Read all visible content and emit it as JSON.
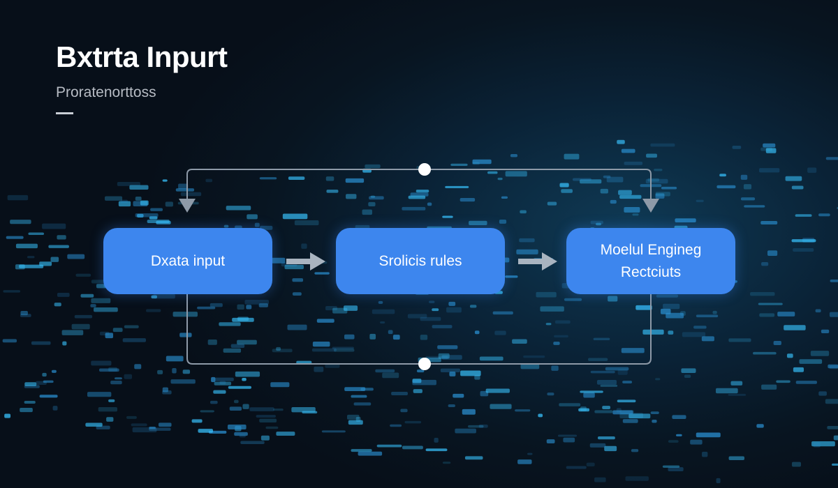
{
  "header": {
    "title": "Bxtrta Inpurt",
    "subtitle": "Proratenorttoss"
  },
  "diagram": {
    "nodes": [
      {
        "id": "data-input",
        "lines": [
          "Dxata input"
        ]
      },
      {
        "id": "rules",
        "lines": [
          "Srolicis rules"
        ]
      },
      {
        "id": "model-engine",
        "lines": [
          "Moelul Engineg",
          "Rectciuts"
        ]
      }
    ],
    "edges": [
      {
        "from": "data-input",
        "to": "rules",
        "style": "arrow"
      },
      {
        "from": "rules",
        "to": "model-engine",
        "style": "arrow"
      },
      {
        "from": "loop-top",
        "to": "data-input",
        "style": "feedback-loop"
      },
      {
        "from": "loop-top",
        "to": "model-engine",
        "style": "feedback-loop"
      },
      {
        "from": "data-input",
        "to": "model-engine",
        "style": "bottom-loop"
      }
    ],
    "colors": {
      "node": "#3d86ee",
      "line": "#8e9aa8",
      "arrow": "#9aa6b4",
      "dot": "#ffffff"
    }
  }
}
